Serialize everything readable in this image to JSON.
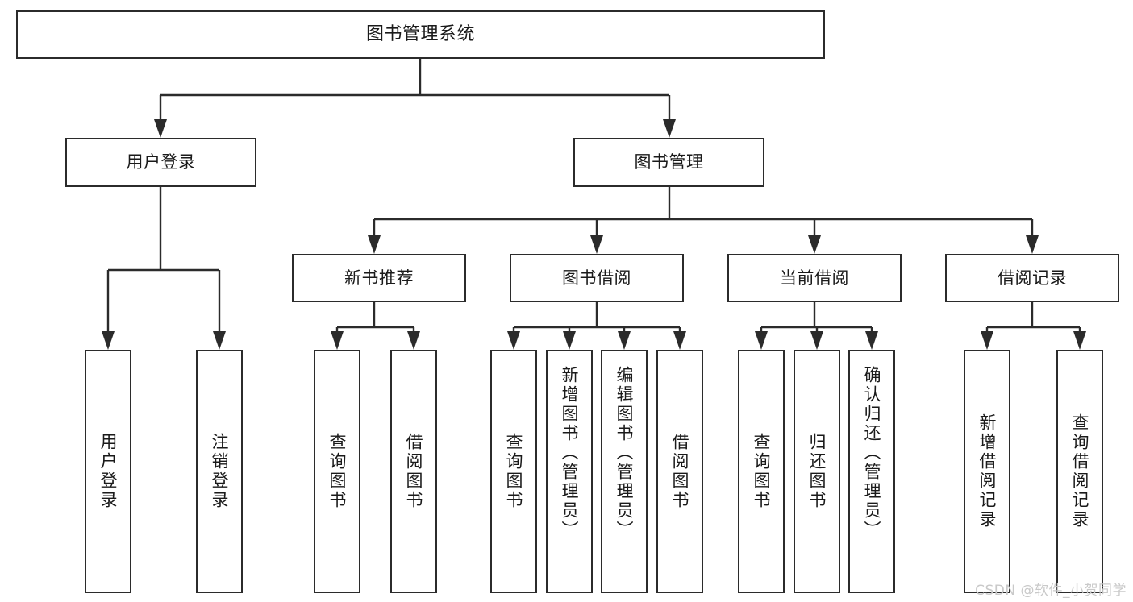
{
  "diagram": {
    "title": "图书管理系统",
    "type": "tree",
    "watermark": "CSDN @软件_小贺同学",
    "colors": {
      "background": "#ffffff",
      "box_border": "#2b2b2b",
      "box_fill": "#ffffff",
      "connector": "#2b2b2b",
      "text": "#1a1a1a",
      "watermark": "#c9c9c9"
    },
    "root": {
      "label": "图书管理系统"
    },
    "level1": [
      {
        "label": "用户登录"
      },
      {
        "label": "图书管理"
      }
    ],
    "level2": [
      {
        "label": "新书推荐"
      },
      {
        "label": "图书借阅"
      },
      {
        "label": "当前借阅"
      },
      {
        "label": "借阅记录"
      }
    ],
    "leaves": {
      "user_login": [
        {
          "label": "用户登录"
        },
        {
          "label": "注销登录"
        }
      ],
      "new_book": [
        {
          "label": "查询图书"
        },
        {
          "label": "借阅图书"
        }
      ],
      "book_borrow": [
        {
          "label": "查询图书"
        },
        {
          "label": "新增图书（管理员）"
        },
        {
          "label": "编辑图书（管理员）"
        },
        {
          "label": "借阅图书"
        }
      ],
      "current_borrow": [
        {
          "label": "查询图书"
        },
        {
          "label": "归还图书"
        },
        {
          "label": "确认归还（管理员）"
        }
      ],
      "borrow_record": [
        {
          "label": "新增借阅记录"
        },
        {
          "label": "查询借阅记录"
        }
      ]
    }
  }
}
